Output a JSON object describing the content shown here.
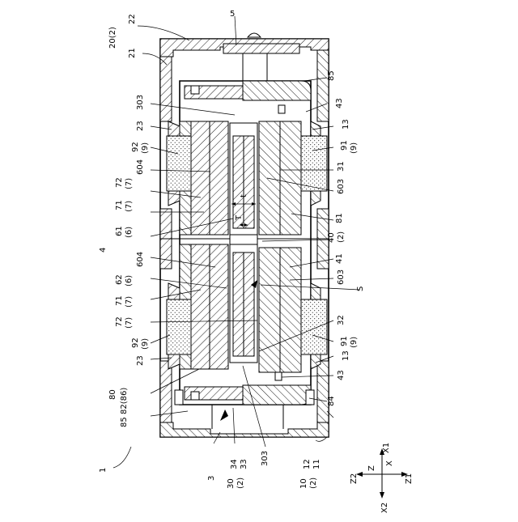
{
  "labels": {
    "l5": "5",
    "l20": "20(2)",
    "l22": "22",
    "l21": "21",
    "l85a": "85",
    "l303a": "303",
    "l43a": "43",
    "l23a": "23",
    "l13a": "13",
    "l92a": "92",
    "l9a": "(9)",
    "l91a": "91",
    "l9b": "(9)",
    "l604a": "604",
    "l31": "31",
    "l72a": "72",
    "l7a": "(7)",
    "l603a": "603",
    "l71a": "71",
    "l7b": "(7)",
    "l81": "81",
    "l4": "4",
    "l61": "61",
    "l6a": "(6)",
    "l40": "40",
    "l2a": "(2)",
    "l41": "41",
    "l604b": "604",
    "l62": "62",
    "l6b": "(6)",
    "l603b": "603",
    "lS": "S",
    "l71b": "71",
    "l7c": "(7)",
    "l72b": "72",
    "l7d": "(7)",
    "l32": "32",
    "l92b": "92",
    "l9c": "(9)",
    "l91b": "91",
    "l9d": "(9)",
    "l23b": "23",
    "l13b": "13",
    "l43b": "43",
    "l80": "80",
    "l82": "82(86)",
    "l84": "84",
    "l85b": "85",
    "l1": "1",
    "l3": "3",
    "l30": "30",
    "l2b": "(2)",
    "l34": "34",
    "l33": "33",
    "l303b": "303",
    "l10": "10",
    "l2c": "(2)",
    "l12": "12",
    "l11": "11",
    "lT": "T",
    "lt": "t",
    "axZ2": "Z2",
    "axZ": "Z",
    "axX": "X",
    "axX1": "X1",
    "axX2": "X2",
    "axZ1": "Z1"
  }
}
